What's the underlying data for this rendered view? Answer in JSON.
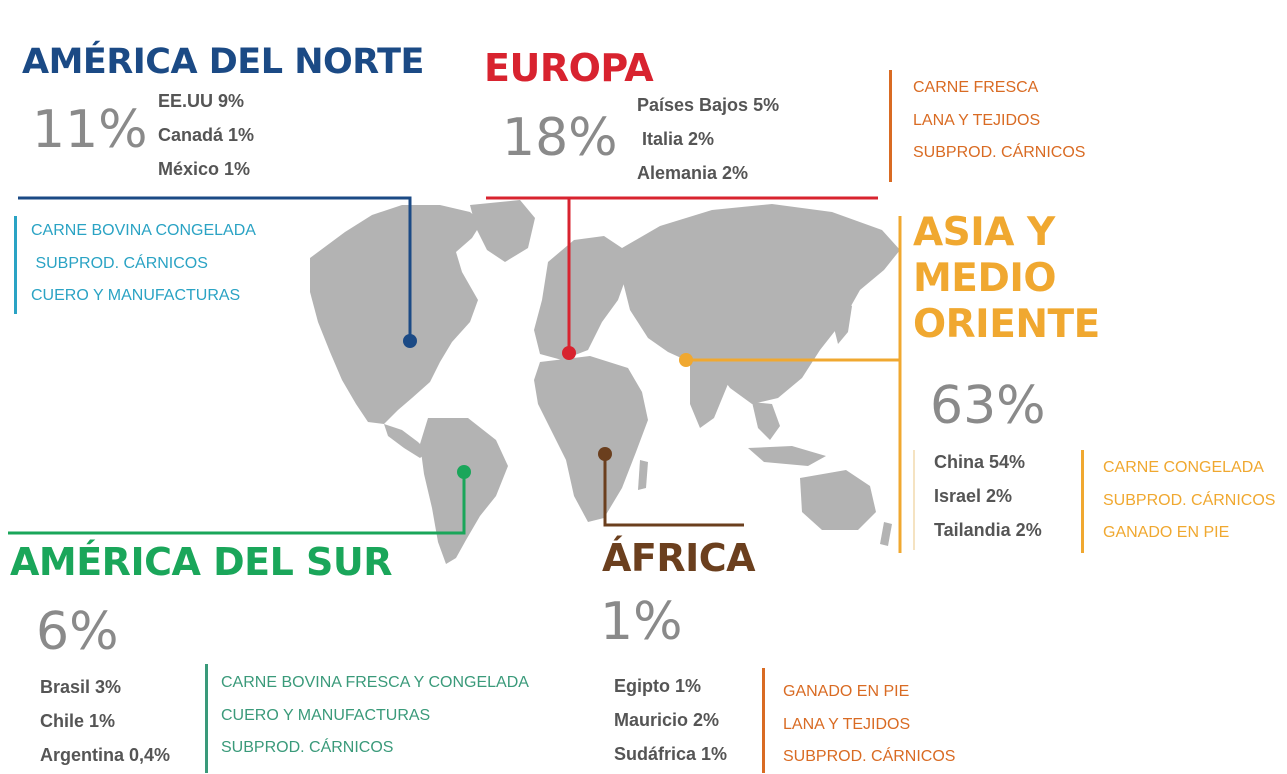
{
  "colors": {
    "north_america": "#1b4a85",
    "north_america_products": "#2aa3c4",
    "europe": "#d8232f",
    "europe_products": "#d96b23",
    "asia": "#f0a830",
    "south_america": "#1aa65a",
    "south_america_products": "#3a9a7a",
    "africa": "#6b3f1e",
    "africa_products": "#d96b23",
    "map_land": "#b3b3b3",
    "percent_text": "#8a8a8a",
    "country_text": "#555555"
  },
  "north_america": {
    "title": "AMÉRICA DEL NORTE",
    "percent": "11%",
    "countries": [
      "EE.UU 9%",
      "Canadá 1%",
      "México 1%"
    ],
    "products": [
      "CARNE BOVINA CONGELADA",
      " SUBPROD. CÁRNICOS",
      "CUERO Y MANUFACTURAS"
    ]
  },
  "europe": {
    "title": "EUROPA",
    "percent": "18%",
    "countries": [
      "Países Bajos 5%",
      " Italia 2%",
      "Alemania 2%"
    ],
    "products": [
      "CARNE FRESCA",
      "LANA Y TEJIDOS",
      "SUBPROD. CÁRNICOS"
    ]
  },
  "asia": {
    "title_lines": [
      "ASIA Y",
      "MEDIO",
      "ORIENTE"
    ],
    "percent": "63%",
    "countries": [
      "China 54%",
      "Israel 2%",
      "Tailandia 2%"
    ],
    "products": [
      "CARNE CONGELADA",
      "SUBPROD. CÁRNICOS",
      "GANADO EN PIE"
    ]
  },
  "south_america": {
    "title": "AMÉRICA DEL SUR",
    "percent": "6%",
    "countries": [
      "Brasil 3%",
      "Chile 1%",
      "Argentina 0,4%"
    ],
    "products": [
      "CARNE BOVINA FRESCA Y CONGELADA",
      "CUERO Y MANUFACTURAS",
      "SUBPROD. CÁRNICOS"
    ]
  },
  "africa": {
    "title": "ÁFRICA",
    "percent": "1%",
    "countries": [
      "Egipto 1%",
      "Mauricio 2%",
      "Sudáfrica 1%"
    ],
    "products": [
      "GANADO EN PIE",
      "LANA Y TEJIDOS",
      "SUBPROD. CÁRNICOS"
    ]
  }
}
